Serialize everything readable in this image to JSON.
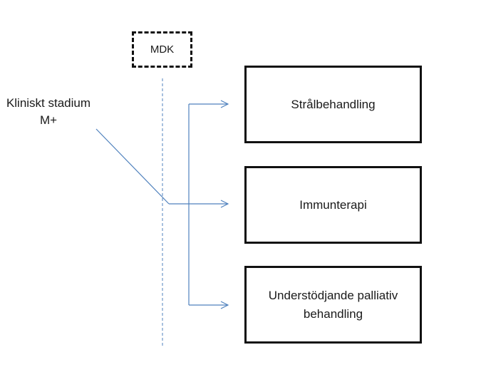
{
  "mdk": {
    "label": "MDK"
  },
  "start": {
    "label": "Kliniskt stadium M+"
  },
  "options": [
    {
      "label": "Strålbehandling"
    },
    {
      "label": "Immunterapi"
    },
    {
      "label": "Understödjande palliativ behandling"
    }
  ],
  "colors": {
    "connector": "#4f81bd",
    "box_border": "#111111",
    "text": "#1a1a1a"
  }
}
